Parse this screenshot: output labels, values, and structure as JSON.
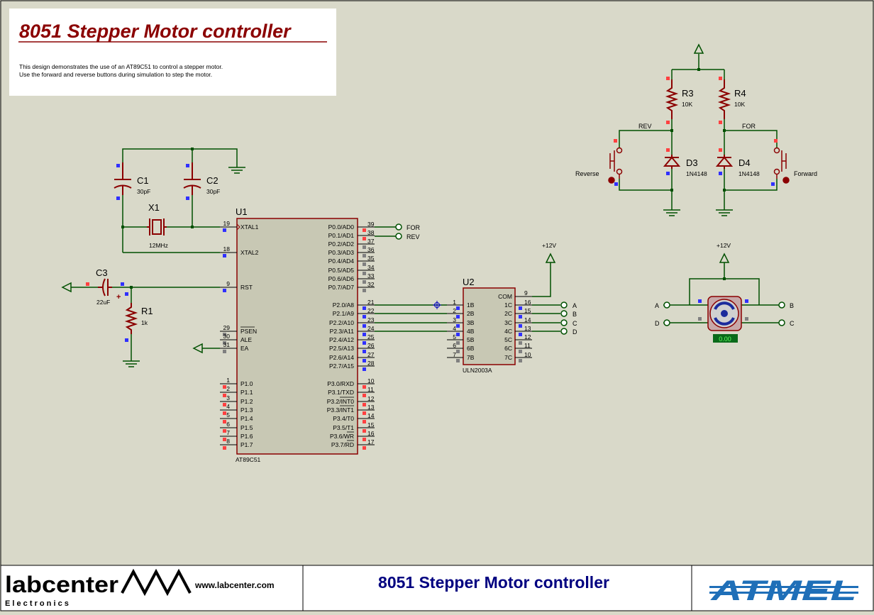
{
  "header": {
    "title": "8051 Stepper Motor controller",
    "desc_line1": "This design demonstrates the use of an AT89C51 to control a stepper motor.",
    "desc_line2": "Use the forward and reverse buttons during simulation to step the motor."
  },
  "footer": {
    "brand": "labcenter",
    "brand_sub": "E l e c t r o n i c s",
    "url": "www.labcenter.com",
    "title": "8051 Stepper Motor controller",
    "logo": "ATMEL"
  },
  "u1": {
    "ref": "U1",
    "part": "AT89C51",
    "left_pins": [
      {
        "num": "19",
        "name": "XTAL1"
      },
      {
        "num": "18",
        "name": "XTAL2"
      },
      {
        "num": "9",
        "name": "RST"
      },
      {
        "num": "29",
        "name": "PSEN"
      },
      {
        "num": "30",
        "name": "ALE"
      },
      {
        "num": "31",
        "name": "EA"
      },
      {
        "num": "1",
        "name": "P1.0"
      },
      {
        "num": "2",
        "name": "P1.1"
      },
      {
        "num": "3",
        "name": "P1.2"
      },
      {
        "num": "4",
        "name": "P1.3"
      },
      {
        "num": "5",
        "name": "P1.4"
      },
      {
        "num": "6",
        "name": "P1.5"
      },
      {
        "num": "7",
        "name": "P1.6"
      },
      {
        "num": "8",
        "name": "P1.7"
      }
    ],
    "right_pins": [
      {
        "num": "39",
        "name": "P0.0/AD0"
      },
      {
        "num": "38",
        "name": "P0.1/AD1"
      },
      {
        "num": "37",
        "name": "P0.2/AD2"
      },
      {
        "num": "36",
        "name": "P0.3/AD3"
      },
      {
        "num": "35",
        "name": "P0.4/AD4"
      },
      {
        "num": "34",
        "name": "P0.5/AD5"
      },
      {
        "num": "33",
        "name": "P0.6/AD6"
      },
      {
        "num": "32",
        "name": "P0.7/AD7"
      },
      {
        "num": "21",
        "name": "P2.0/A8"
      },
      {
        "num": "22",
        "name": "P2.1/A9"
      },
      {
        "num": "23",
        "name": "P2.2/A10"
      },
      {
        "num": "24",
        "name": "P2.3/A11"
      },
      {
        "num": "25",
        "name": "P2.4/A12"
      },
      {
        "num": "26",
        "name": "P2.5/A13"
      },
      {
        "num": "27",
        "name": "P2.6/A14"
      },
      {
        "num": "28",
        "name": "P2.7/A15"
      },
      {
        "num": "10",
        "name": "P3.0/RXD"
      },
      {
        "num": "11",
        "name": "P3.1/TXD"
      },
      {
        "num": "12",
        "name": "P3.2/INT0"
      },
      {
        "num": "13",
        "name": "P3.3/INT1"
      },
      {
        "num": "14",
        "name": "P3.4/T0"
      },
      {
        "num": "15",
        "name": "P3.5/T1"
      },
      {
        "num": "16",
        "name": "P3.6/WR"
      },
      {
        "num": "17",
        "name": "P3.7/RD"
      }
    ]
  },
  "u2": {
    "ref": "U2",
    "part": "ULN2003A",
    "com_label": "COM",
    "com_pin": "9",
    "left_pins": [
      {
        "num": "1",
        "name": "1B"
      },
      {
        "num": "2",
        "name": "2B"
      },
      {
        "num": "3",
        "name": "3B"
      },
      {
        "num": "4",
        "name": "4B"
      },
      {
        "num": "5",
        "name": "5B"
      },
      {
        "num": "6",
        "name": "6B"
      },
      {
        "num": "7",
        "name": "7B"
      }
    ],
    "right_pins": [
      {
        "num": "16",
        "name": "1C"
      },
      {
        "num": "15",
        "name": "2C"
      },
      {
        "num": "14",
        "name": "3C"
      },
      {
        "num": "13",
        "name": "4C"
      },
      {
        "num": "12",
        "name": "5C"
      },
      {
        "num": "11",
        "name": "6C"
      },
      {
        "num": "10",
        "name": "7C"
      }
    ]
  },
  "components": {
    "c1_ref": "C1",
    "c1_val": "30pF",
    "c2_ref": "C2",
    "c2_val": "30pF",
    "x1_ref": "X1",
    "x1_val": "12MHz",
    "c3_ref": "C3",
    "c3_val": "22uF",
    "r1_ref": "R1",
    "r1_val": "1k",
    "r3_ref": "R3",
    "r3_val": "10K",
    "r4_ref": "R4",
    "r4_val": "10K",
    "d3_ref": "D3",
    "d3_val": "1N4148",
    "d4_ref": "D4",
    "d4_val": "1N4148"
  },
  "labels": {
    "for": "FOR",
    "rev": "REV",
    "reverse": "Reverse",
    "forward": "Forward",
    "plus12_u2": "+12V",
    "plus12_motor": "+12V",
    "a": "A",
    "b": "B",
    "c": "C",
    "d": "D",
    "net_rev": "REV",
    "net_for": "FOR",
    "motor_readout": "0.00",
    "plus_sign": "+"
  },
  "colors": {
    "background": "#d9d9c9",
    "wire": "#005000",
    "component": "#8b0000",
    "ic_fill": "#c8c8b4",
    "title_red": "#8b0000",
    "footer_blue": "#000080",
    "atmel_blue": "#1f6fb8"
  }
}
